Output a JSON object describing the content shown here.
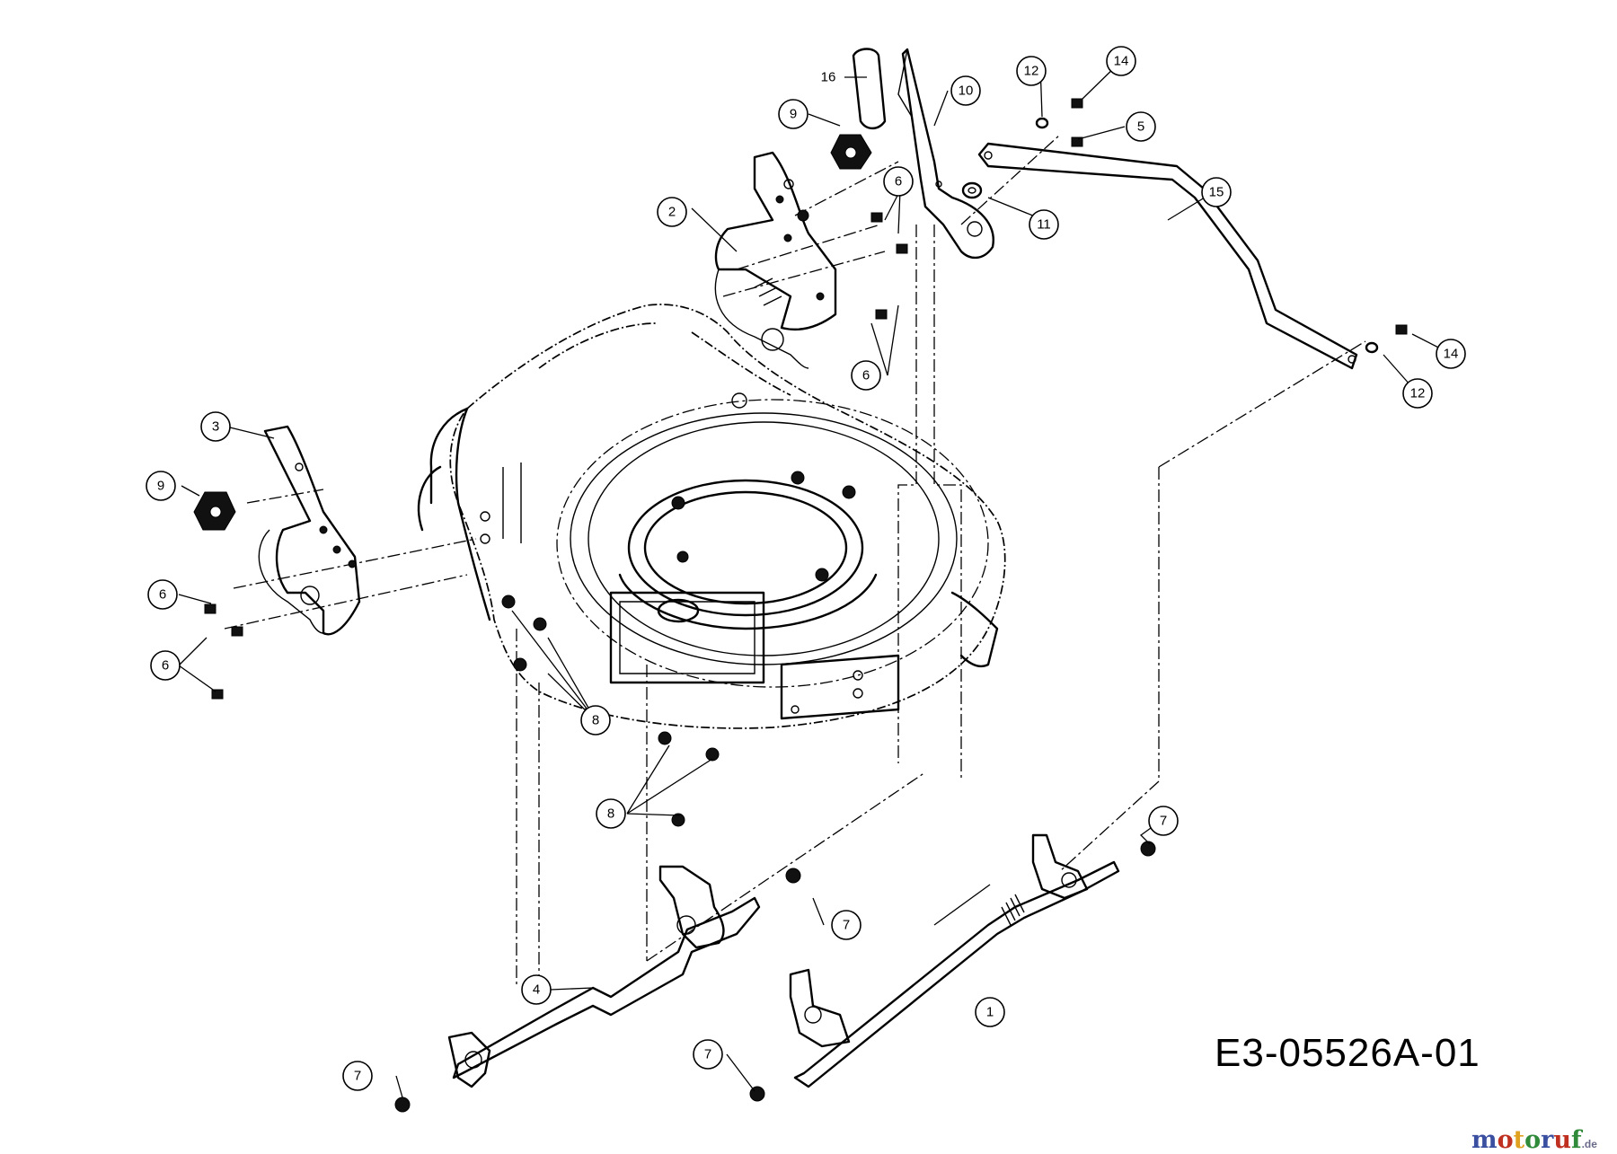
{
  "drawing_code": "E3-05526A-01",
  "watermark": {
    "text": "motoruf",
    "suffix": ".de",
    "colors": [
      "#3a4fa0",
      "#c03020",
      "#e0a020",
      "#2f8a3a",
      "#3a4fa0",
      "#c03020",
      "#2f8a3a"
    ]
  },
  "callouts": [
    {
      "id": "c1",
      "label": "1"
    },
    {
      "id": "c2",
      "label": "2"
    },
    {
      "id": "c3",
      "label": "3"
    },
    {
      "id": "c4",
      "label": "4"
    },
    {
      "id": "c5",
      "label": "5"
    },
    {
      "id": "c6a",
      "label": "6"
    },
    {
      "id": "c6b",
      "label": "6"
    },
    {
      "id": "c6c",
      "label": "6"
    },
    {
      "id": "c6d",
      "label": "6"
    },
    {
      "id": "c7a",
      "label": "7"
    },
    {
      "id": "c7b",
      "label": "7"
    },
    {
      "id": "c7c",
      "label": "7"
    },
    {
      "id": "c7d",
      "label": "7"
    },
    {
      "id": "c8a",
      "label": "8"
    },
    {
      "id": "c8b",
      "label": "8"
    },
    {
      "id": "c9a",
      "label": "9"
    },
    {
      "id": "c9b",
      "label": "9"
    },
    {
      "id": "c10",
      "label": "10"
    },
    {
      "id": "c11",
      "label": "11"
    },
    {
      "id": "c12a",
      "label": "12"
    },
    {
      "id": "c12b",
      "label": "12"
    },
    {
      "id": "c14a",
      "label": "14"
    },
    {
      "id": "c14b",
      "label": "14"
    },
    {
      "id": "c15",
      "label": "15"
    }
  ],
  "plain_labels": [
    {
      "id": "p16",
      "label": "16"
    }
  ]
}
